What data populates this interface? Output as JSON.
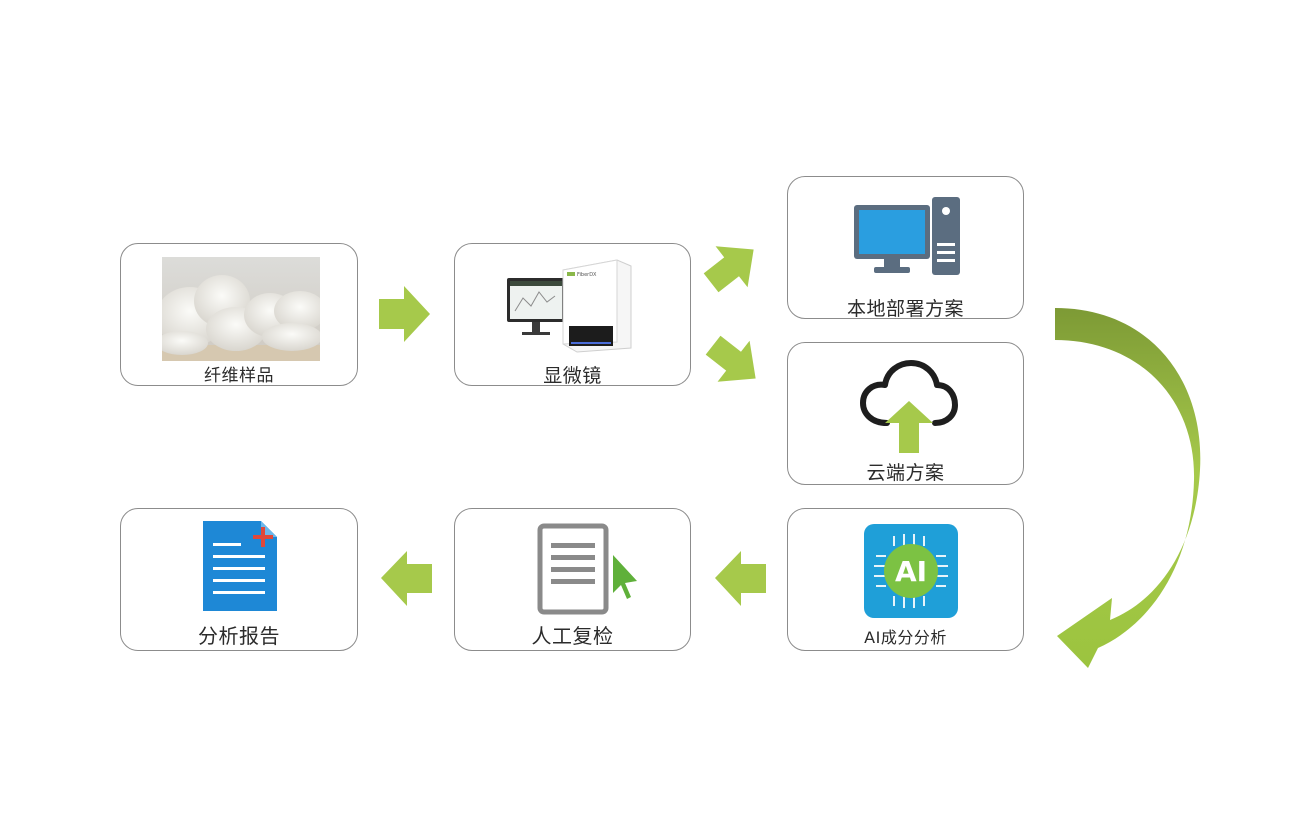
{
  "nodes": {
    "fiber_sample": {
      "label": "纤维样品",
      "icon": "cotton-fiber-photo"
    },
    "microscope": {
      "label": "显微镜",
      "icon": "microscope-device-icon",
      "brand_text": "FiberDX"
    },
    "local_deployment": {
      "label": "本地部署方案",
      "icon": "desktop-computer-icon"
    },
    "cloud_solution": {
      "label": "云端方案",
      "icon": "cloud-upload-icon"
    },
    "ai_analysis": {
      "label": "AI成分分析",
      "icon": "ai-chip-icon",
      "chip_text": "AI"
    },
    "manual_review": {
      "label": "人工复检",
      "icon": "document-cursor-icon"
    },
    "analysis_report": {
      "label": "分析报告",
      "icon": "report-document-icon"
    }
  },
  "colors": {
    "arrow_green": "#a6c94b",
    "arrow_dark_green": "#7d9a35",
    "border": "#8c8c8c",
    "text": "#2b2b2b",
    "monitor_blue": "#2a9ee0",
    "tower_gray": "#5b6d80",
    "ai_bg": "#1f9fd8",
    "ai_chip": "#7cc243",
    "report_blue": "#1e88d6",
    "report_plus": "#e0483a"
  }
}
